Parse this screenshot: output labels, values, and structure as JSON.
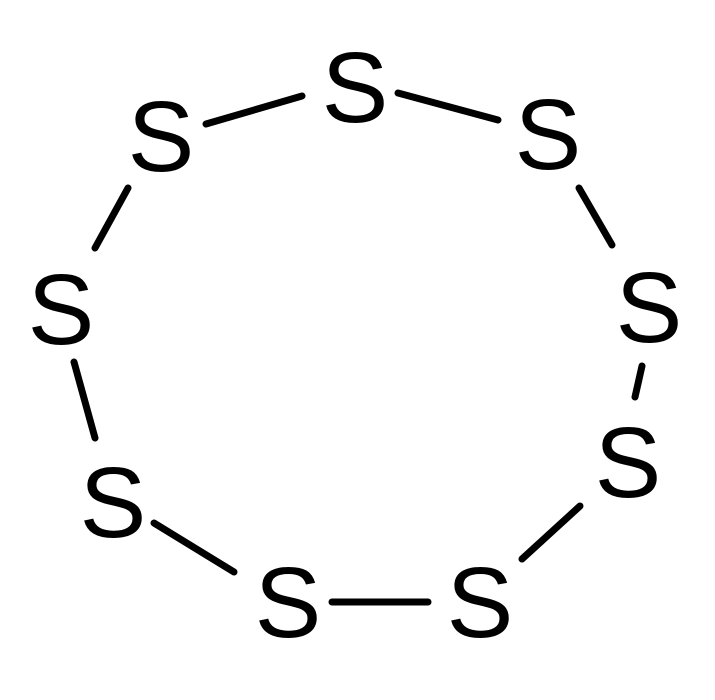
{
  "diagram": {
    "type": "structural-formula",
    "colors": {
      "ink": "#000000",
      "background": "#ffffff"
    },
    "atoms": [
      {
        "id": "s1",
        "symbol": "S"
      },
      {
        "id": "s2",
        "symbol": "S"
      },
      {
        "id": "s3",
        "symbol": "S"
      },
      {
        "id": "s4",
        "symbol": "S"
      },
      {
        "id": "s5",
        "symbol": "S"
      },
      {
        "id": "s6",
        "symbol": "S"
      },
      {
        "id": "s7",
        "symbol": "S"
      },
      {
        "id": "s8",
        "symbol": "S"
      },
      {
        "id": "s9",
        "symbol": "S"
      }
    ],
    "bonds": [
      {
        "from": "s1",
        "to": "s2",
        "order": 1
      },
      {
        "from": "s2",
        "to": "s3",
        "order": 1
      },
      {
        "from": "s3",
        "to": "s4",
        "order": 1
      },
      {
        "from": "s4",
        "to": "s5",
        "order": 1
      },
      {
        "from": "s5",
        "to": "s6",
        "order": 1
      },
      {
        "from": "s6",
        "to": "s7",
        "order": 1
      },
      {
        "from": "s7",
        "to": "s8",
        "order": 1
      },
      {
        "from": "s8",
        "to": "s9",
        "order": 1
      },
      {
        "from": "s9",
        "to": "s1",
        "order": 1
      }
    ]
  }
}
